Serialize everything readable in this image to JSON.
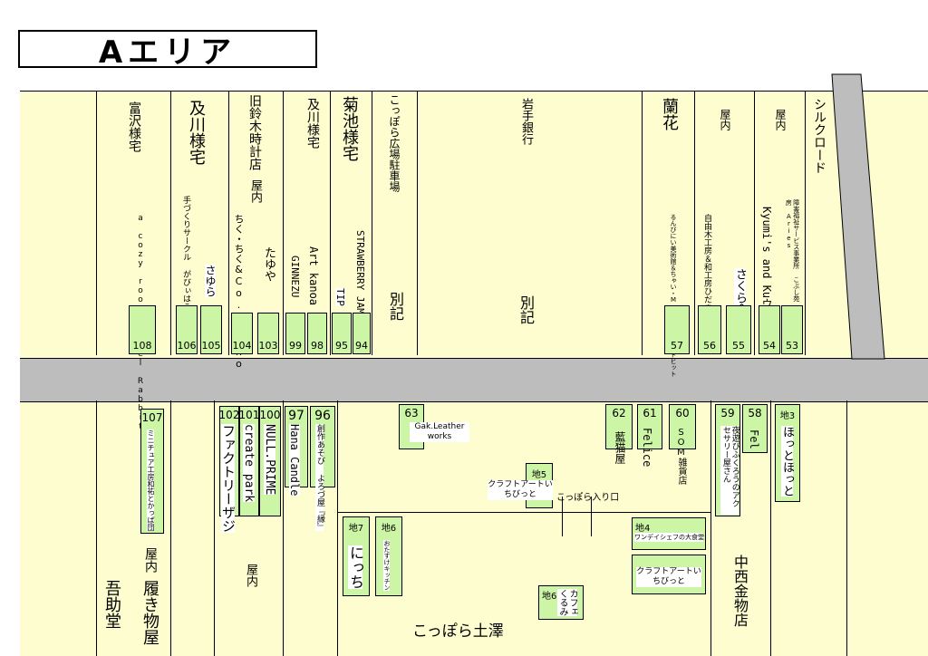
{
  "title": "Aエリア",
  "colors": {
    "yellow": "#fdfdd0",
    "road": "#bdbdbd",
    "green": "#ccf5a6"
  },
  "north": {
    "tomizawa": "富沢様宅",
    "oikawa1": "及川様宅",
    "suzuki": "旧鈴木時計店",
    "suzuki_okunai": "屋内",
    "oikawa2": "及川様宅",
    "kikuchi": "菊池様宅",
    "kopparaparking": "こっぽら広場駐車場",
    "iwate": "岩手銀行",
    "betsuki1": "別記",
    "betsuki2": "別記",
    "ran": "蘭花",
    "okunai1": "屋内",
    "okunai2": "屋内",
    "silk": "シルクロード"
  },
  "north_shops": {
    "s108": "a cozy room&Angel Rabbit",
    "s106": "手づくりサークル がびぃはうす",
    "s105": "さゆら",
    "s104": "ちく・ちく&Co. mono",
    "s103": "たゆや",
    "s99": "GINNEZU",
    "s98": "Art kanoa",
    "s95": "TIP",
    "s94": "STRAWBERRY JAM",
    "s57": "るんびにい美術館＆ちゃい・Musya・ハートビット",
    "s56": "自由木工房＆和工房ひだまり",
    "s55": "さくら舎",
    "s54": "Kyumi's and Kuウ",
    "s53": "障害福祉サービス事業所 こぶし苑 印刷工房 Aries"
  },
  "nums": {
    "n108": "108",
    "n106": "106",
    "n105": "105",
    "n104": "104",
    "n103": "103",
    "n99": "99",
    "n98": "98",
    "n95": "95",
    "n94": "94",
    "n57": "57",
    "n56": "56",
    "n55": "55",
    "n54": "54",
    "n53": "53",
    "n107": "107",
    "n102": "102",
    "n101": "101",
    "n100": "100",
    "n97": "97",
    "n96": "96",
    "n63": "63",
    "n62": "62",
    "n61": "61",
    "n60": "60",
    "n59": "59",
    "n58": "58"
  },
  "south": {
    "s107": "ミニチュア工房和祐とかっぱ団",
    "s102": "ファクトリーザジ",
    "s101": "create park",
    "s100": "NULL.PRIME",
    "s97": "Hana Candle",
    "s96": "創作あそび よろづ屋『縁』",
    "s63": "Gak.Leather works",
    "s62": "藍猫屋",
    "s61": "Felice",
    "s60": "SOM雑貨店",
    "s59": "夜遊びふくろうのアクセサリー屋さん",
    "s58": "Fel",
    "chi3": "地3",
    "s_chi3": "ほっとほっと",
    "chi5": "地5",
    "s_chi5": "クラフトアートいちびっと",
    "entrance": "こっぽら入り口",
    "chi7": "地7",
    "s_chi7": "にっち",
    "chi6": "地6",
    "s_chi6": "おたすけキッチン",
    "chi4": "地4",
    "s_chi4": "ワンデイシェフの大食堂",
    "s_craft2": "クラフトアートいちびっと",
    "chi6b": "地6",
    "s_cafe": "カフェくるみ",
    "okunai3": "屋内",
    "hakimono": "履き物屋",
    "gosuke": "吾助堂",
    "okunai4": "屋内",
    "nakanishi": "中西金物店",
    "koppora": "こっぽら土澤"
  }
}
